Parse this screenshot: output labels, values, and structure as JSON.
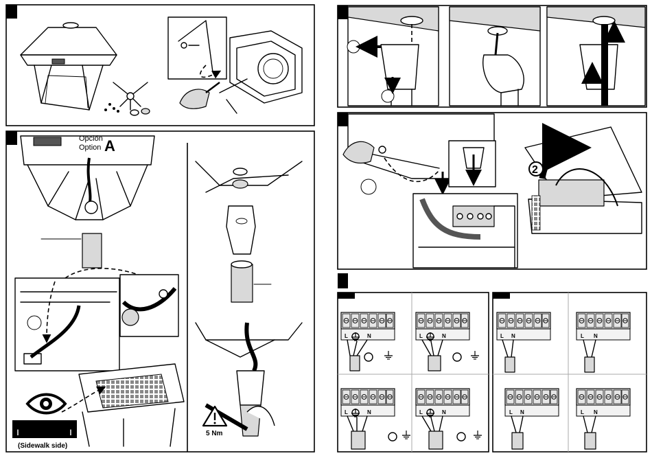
{
  "panel_b": {
    "option_label_1": "Opción",
    "option_label_2": "Option",
    "option_letter": "A",
    "sidewalk_label": "(Sidewalk side)",
    "torque_label": "5 Nm",
    "eye_icon": "eye-icon",
    "warning_icon": "warning-icon"
  },
  "panel_d": {
    "step_number": "2"
  },
  "terminal_labels": {
    "line": "L",
    "neutral": "N"
  },
  "colors": {
    "line": "#000000",
    "fill_grey": "#d9d9d9",
    "dark": "#555555"
  }
}
